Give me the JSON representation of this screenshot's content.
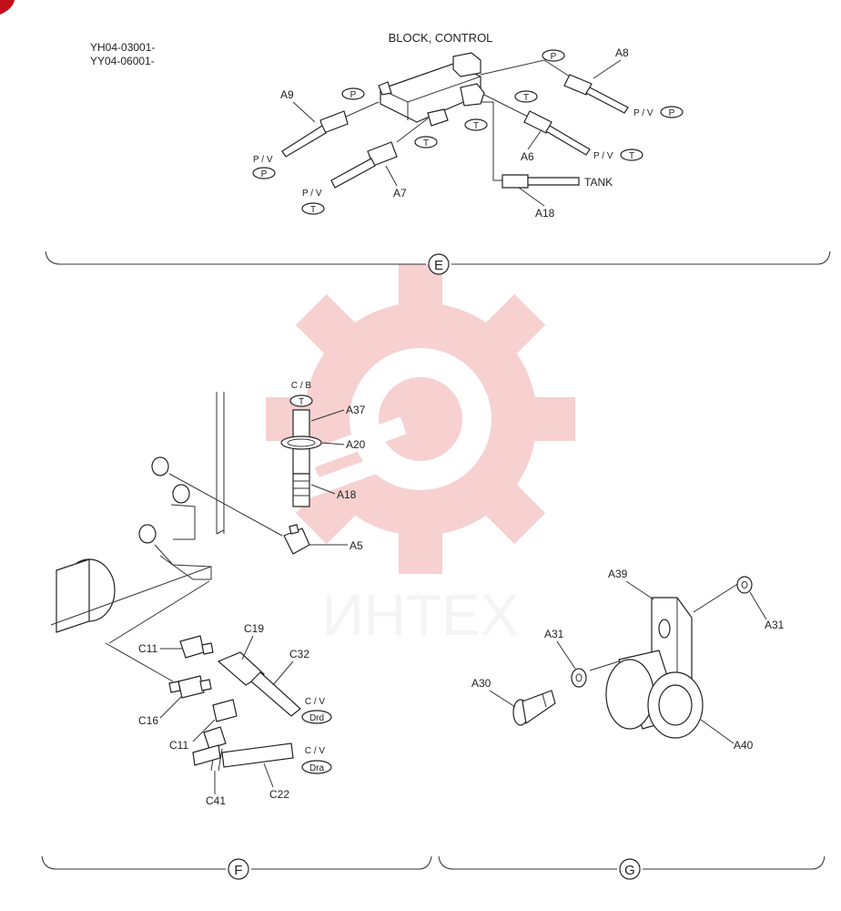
{
  "header": {
    "codes": [
      "YH04-03001-",
      "YY04-06001-"
    ],
    "title": "BLOCK, CONTROL"
  },
  "sections": {
    "E": {
      "id": "E",
      "parts": {
        "A9": "A9",
        "A7": "A7",
        "A6": "A6",
        "A8": "A8",
        "A18": "A18"
      },
      "ports": {
        "P": "P",
        "T": "T"
      },
      "pv": "P / V",
      "tank": "TANK"
    },
    "F": {
      "id": "F",
      "parts": {
        "A37": "A37",
        "A20": "A20",
        "A18": "A18",
        "A5": "A5",
        "C11a": "C11",
        "C19": "C19",
        "C32": "C32",
        "C16": "C16",
        "C11b": "C11",
        "C41": "C41",
        "C22": "C22"
      },
      "cb": "C / B",
      "cv": "C / V",
      "ports": {
        "T": "T",
        "Drd": "Drd",
        "Dra": "Dra"
      }
    },
    "G": {
      "id": "G",
      "parts": {
        "A39": "A39",
        "A31a": "A31",
        "A31b": "A31",
        "A30": "A30",
        "A40": "A40"
      }
    }
  },
  "watermark": {
    "text": "ИНТЕХ",
    "color": "#f08080"
  }
}
